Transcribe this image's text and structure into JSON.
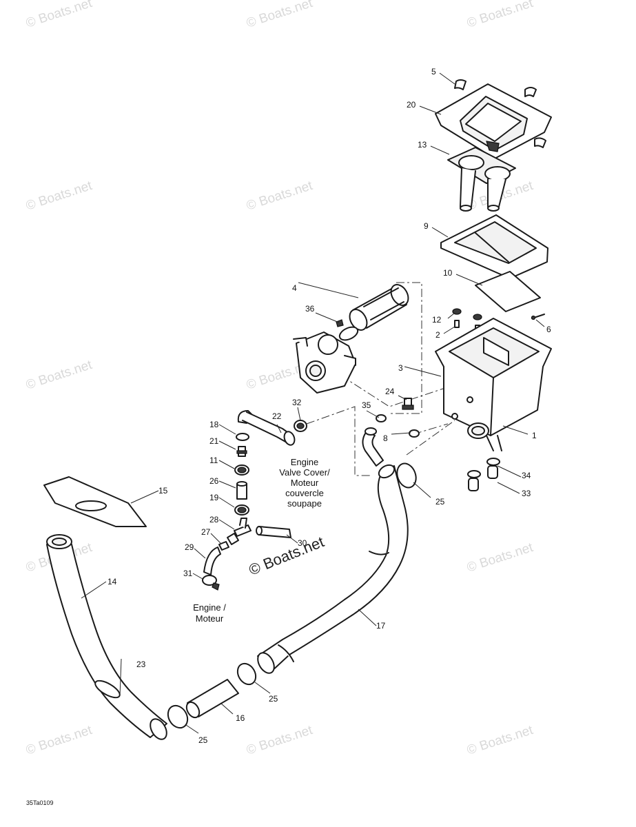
{
  "watermark": "© Boats.net",
  "figure_code": "35Ta0109",
  "notes": {
    "valve_cover": [
      "Engine",
      "Valve Cover/",
      "Moteur",
      "couvercle",
      "soupape"
    ],
    "engine": [
      "Engine /",
      "Moteur"
    ]
  },
  "callouts": {
    "c1": "1",
    "c2": "2",
    "c3": "3",
    "c4": "4",
    "c5": "5",
    "c6": "6",
    "c8": "8",
    "c9": "9",
    "c10": "10",
    "c11": "11",
    "c12": "12",
    "c13": "13",
    "c14": "14",
    "c15": "15",
    "c16": "16",
    "c17": "17",
    "c18": "18",
    "c19": "19",
    "c20": "20",
    "c21": "21",
    "c22": "22",
    "c23": "23",
    "c24": "24",
    "c25a": "25",
    "c25b": "25",
    "c25c": "25",
    "c26": "26",
    "c27": "27",
    "c28": "28",
    "c29": "29",
    "c30": "30",
    "c31": "31",
    "c32": "32",
    "c33": "33",
    "c34": "34",
    "c35": "35",
    "c36": "36"
  }
}
